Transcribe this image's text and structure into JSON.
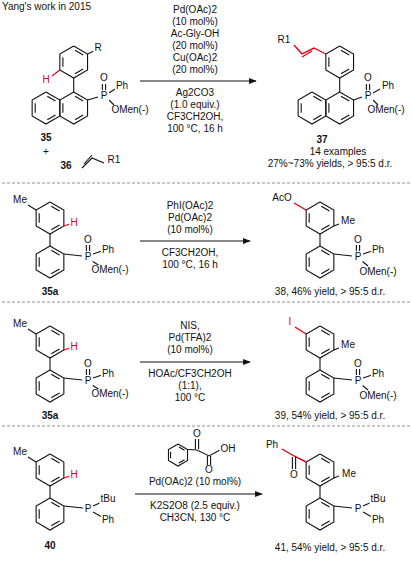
{
  "diagram": {
    "title": "Yang's work in 2015",
    "labels": [
      "H",
      "R",
      "O",
      "P",
      "Ph",
      "OMen(-)",
      "35",
      "+",
      "R1",
      "36",
      "Pd(OAc)2",
      "(10 mol%)",
      "Ac-Gly-OH",
      "(20 mol%)",
      "Cu(OAc)2",
      "(20 mol%)",
      "Ag2CO3",
      "(1.0 equiv.)",
      "CF3CH2OH,",
      "100 °C, 16 h",
      "R1",
      "O",
      "P",
      "Ph",
      "OMen(-)",
      "37",
      "14 examples",
      "27%~73% yields, > 95:5 d.r.",
      "Me",
      "H",
      "O",
      "P",
      "Ph",
      "OMen(-)",
      "35a",
      "PhI(OAc)2",
      "Pd(OAc)2",
      "(10 mol%)",
      "CF3CH2OH,",
      "100 °C, 16 h",
      "AcO",
      "Me",
      "O",
      "P",
      "Ph",
      "OMen(-)",
      "38, 46% yield, > 95:5 d.r.",
      "Me",
      "H",
      "O",
      "P",
      "Ph",
      "OMen(-)",
      "35a",
      "NIS,",
      "Pd(TFA)2",
      "(10 mol%)",
      "HOAc/CF3CH2OH",
      "(1:1),",
      "100 °C",
      "I",
      "Me",
      "O",
      "P",
      "Ph",
      "OMen(-)",
      "39, 54% yield, > 95:5 d.r.",
      "Me",
      "H",
      "P",
      "tBu",
      "Ph",
      "40",
      "O",
      "O",
      "OH",
      "Pd(OAc)2 (10 mol%)",
      "K2S2O8 (2.5 equiv.)",
      "CH3CN, 130 °C",
      "Ph",
      "O",
      "Me",
      "P",
      "tBu",
      "Ph",
      "41, 54% yield, > 95:5 d.r."
    ]
  }
}
